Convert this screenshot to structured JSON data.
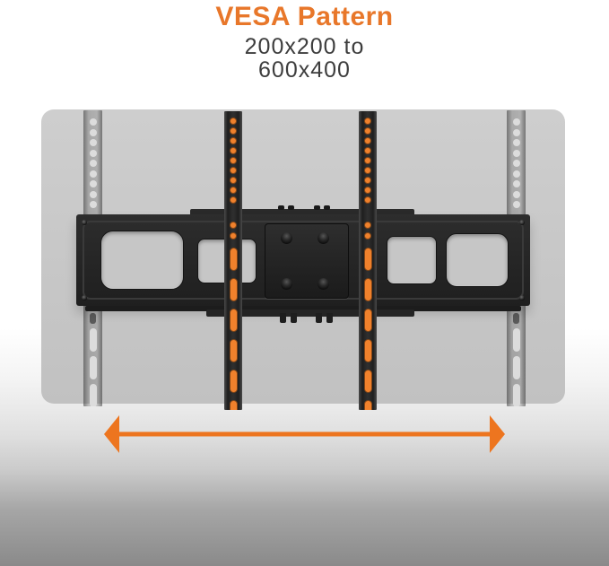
{
  "header": {
    "title": "VESA Pattern",
    "subtitle_line1": "200x200 to",
    "subtitle_line2": "600x400"
  },
  "colors": {
    "title_orange": "#E8772A",
    "hole_orange": "#F0812C",
    "arrow_orange": "#ED751F",
    "panel_gray": "#C9C9C9",
    "bracket_black": "#242424",
    "background_bottom_gray": "#8A8A8A"
  },
  "figure": {
    "inner_rails": {
      "top_holes": 9,
      "mid_holes": 2,
      "slots": 6
    },
    "ghost_rails": {
      "top_holes": 9,
      "slots": 3
    },
    "vesa_plate_screws": 4,
    "bracket_corner_screws": 4
  }
}
